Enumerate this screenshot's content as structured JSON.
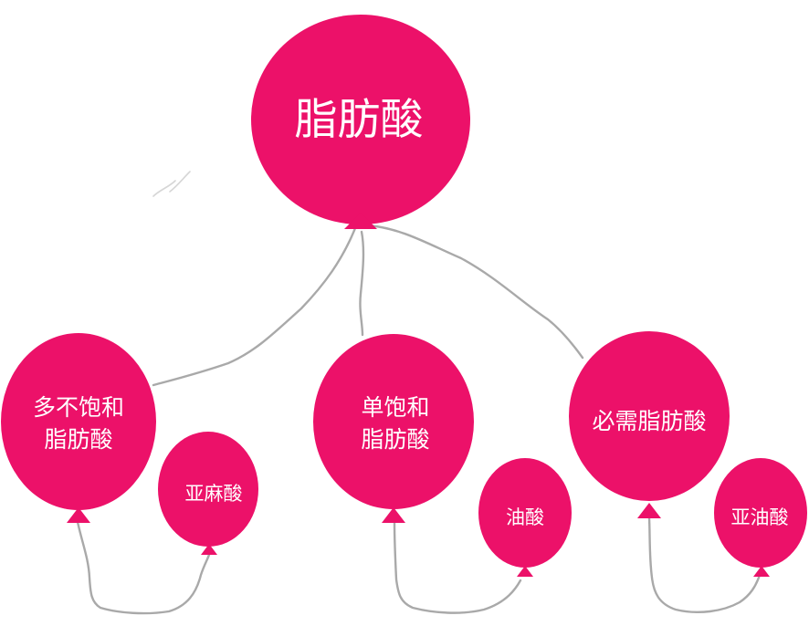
{
  "root": {
    "label": "脂肪酸",
    "color": "#ec1169"
  },
  "categories": [
    {
      "line1": "多不饱和",
      "line2": "脂肪酸",
      "child": "亚麻酸"
    },
    {
      "line1": "单饱和",
      "line2": "脂肪酸",
      "child": "油酸"
    },
    {
      "line1": "必需脂肪酸",
      "child": "亚油酸"
    }
  ],
  "string_color": "#a8a8a8"
}
